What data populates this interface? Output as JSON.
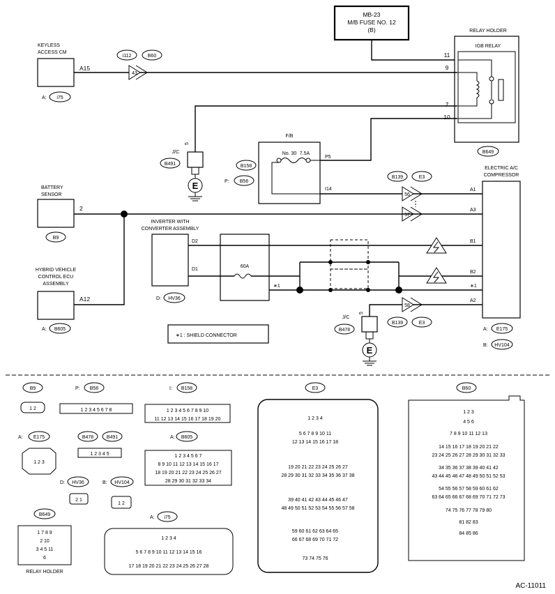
{
  "fuse_box_top": {
    "line1": "MB-23",
    "line2": "M/B FUSE NO. 12",
    "line3": "(B)"
  },
  "relay_holder": {
    "title": "RELAY HOLDER",
    "relay": "IGB RELAY",
    "connector": "B649",
    "pins": [
      "11",
      "9",
      "7",
      "10"
    ]
  },
  "keyless": {
    "title_line1": "KEYLESS",
    "title_line2": "ACCESS CM",
    "pin": "A15",
    "conn_prefix": "A:",
    "conn": "i75"
  },
  "connector_i112": {
    "a": "i112",
    "b": "B60",
    "pin": "43"
  },
  "jc1": {
    "label": "J/C",
    "conn": "B491",
    "pin": "5"
  },
  "ground_symbol": "E",
  "fb": {
    "title": "F/B",
    "fuse_no": "No. 30",
    "fuse_amp": "7.5A",
    "pin_out": "P5",
    "pin_in": "I14",
    "i_prefix": "I:",
    "i_conn": "B158",
    "p_prefix": "P:",
    "p_conn": "B56"
  },
  "battery_sensor": {
    "line1": "BATTERY",
    "line2": "SENSOR",
    "pin": "2",
    "conn": "B9"
  },
  "inverter": {
    "line1": "INVERTER WITH",
    "line2": "CONVERTER ASSEMBLY",
    "pin_d2": "D2",
    "pin_d1": "D1",
    "conn_prefix": "D:",
    "conn": "HV36"
  },
  "fuse60": "60A",
  "star_label": "∗1",
  "hybrid_ecu": {
    "line1": "HYBRID VEHICLE",
    "line2": "CONTROL ECU",
    "line3": "ASSEMBLY",
    "pin": "A12",
    "conn_prefix": "A:",
    "conn": "B605"
  },
  "connector_b139_top": {
    "a": "B139",
    "b": "E3",
    "pin1": "56",
    "pin2": "57"
  },
  "connector_b139_bot": {
    "a": "B139",
    "b": "E3",
    "pin": "58"
  },
  "jc2": {
    "label": "J/C",
    "conn": "B478",
    "pin": "5"
  },
  "compressor": {
    "line1": "ELECTRIC A/C",
    "line2": "COMPRESSOR",
    "pins": [
      "A1",
      "A3",
      "B1",
      "B2",
      "∗1",
      "A2"
    ],
    "a_prefix": "A:",
    "a_conn": "E175",
    "b_prefix": "B:",
    "b_conn": "HV104"
  },
  "legend": "∗1  : SHIELD CONNECTOR",
  "conn_views": {
    "b9": "B9",
    "b56_prefix": "P:",
    "b56": "B56",
    "b158_prefix": "I:",
    "b158": "B158",
    "e3": "E3",
    "b60": "B60",
    "e175_prefix": "A:",
    "e175": "E175",
    "b478": "B478",
    "b491": "B491",
    "b605_prefix": "A:",
    "b605": "B605",
    "hv36_prefix": "D:",
    "hv36": "HV36",
    "hv104_prefix": "B:",
    "hv104": "HV104",
    "b649": "B649",
    "relay_holder": "RELAY HOLDER",
    "i75_prefix": "A:",
    "i75": "i75"
  },
  "figure_id": "AC-11011"
}
